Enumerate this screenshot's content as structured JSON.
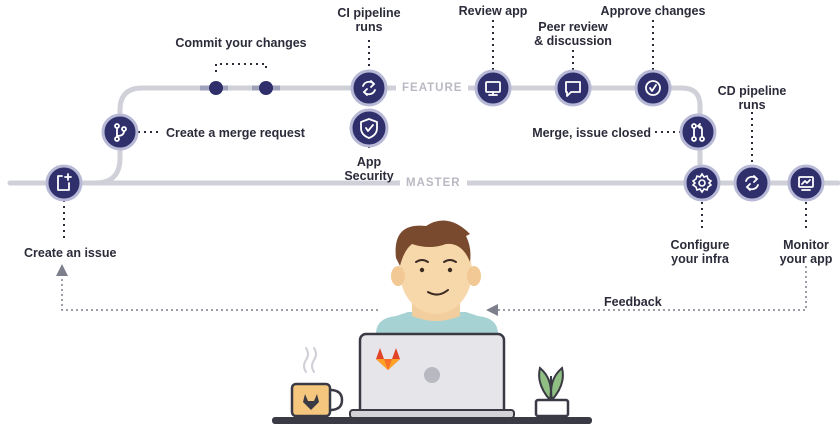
{
  "branches": {
    "feature": "FEATURE",
    "master": "MASTER"
  },
  "labels": {
    "create_issue": "Create an issue",
    "merge_request": "Create a merge request",
    "commit_changes": "Commit your changes",
    "ci_pipeline": [
      "CI pipeline",
      "runs"
    ],
    "app_security": [
      "App",
      "Security"
    ],
    "review_app": "Review app",
    "peer_review": [
      "Peer review",
      "& discussion"
    ],
    "approve_changes": "Approve changes",
    "merge_closed": "Merge, issue closed",
    "cd_pipeline": [
      "CD pipeline",
      "runs"
    ],
    "configure_infra": [
      "Configure",
      "your infra"
    ],
    "monitor_app": [
      "Monitor",
      "your app"
    ],
    "feedback": "Feedback"
  },
  "icons": {
    "create_issue": "add-issue-icon",
    "merge_request": "branch-icon",
    "ci_pipeline": "refresh-cycle-icon",
    "app_security": "shield-check-icon",
    "review_app": "monitor-icon",
    "peer_review": "speech-bubble-icon",
    "approve_changes": "check-circle-icon",
    "merge_closed": "merge-icon",
    "configure_infra": "gear-icon",
    "cd_pipeline": "refresh-cycle-icon",
    "monitor_app": "monitor-chart-icon",
    "laptop_logo": "gitlab-tanuki-logo",
    "mug": "coffee-mug-icon",
    "plant": "potted-plant-icon"
  },
  "colors": {
    "node_fill": "#2e2f6b",
    "node_ring": "#b7b9d6",
    "track": "#cfd0d8",
    "text": "#2b2b3a"
  }
}
